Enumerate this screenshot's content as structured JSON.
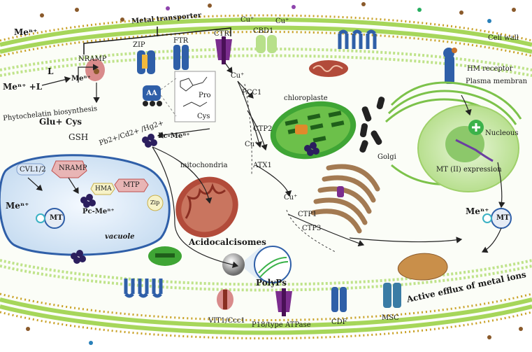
{
  "diagram": {
    "labels": {
      "me_top": "Meⁿ⁺",
      "metal_transporter": "Metal transporter",
      "zip": "ZIP",
      "ftr": "FTR",
      "ctr": "CTR",
      "cbd1": "CBD1",
      "cu_plus_1": "Cu⁺",
      "cu_plus_2": "Cu⁺",
      "cell_wall": "Cell wall",
      "nramp_top": "NRAMP",
      "l_label": "L",
      "me_l": "Meⁿ⁺ +L",
      "me_ion": "Meⁿ⁺",
      "hm_receptor": "HM receptor",
      "plasma_membrane": "Plasma membran",
      "aa": "AA",
      "pro": "Pro",
      "cys": "Cys",
      "cu_plus_3": "Cu⁺",
      "pcc1": "PCC1",
      "chloroplaste": "chloroplaste",
      "phytochelatin": "Phytochelatin biosynthesis",
      "glu_cys": "Glu+ Cys",
      "gsh": "GSH",
      "heavy_metals": "Pb2+/Cd2+ /Hg2+",
      "pc_me_1": "Pc-Meⁿ⁺",
      "cu_plus_ctp2": "Cu⁺",
      "ctp2": "CTP2",
      "golgi": "Golgi",
      "nucleous": "Nucleous",
      "cvl": "CVL1/2",
      "nramp_vac": "NRAMP",
      "hma": "HMA",
      "mtp": "MTP",
      "mitochondria": "mitochondria",
      "atx1": "ATX1",
      "mt_expression": "MT (II) expression",
      "me_vac": "Meⁿ⁺",
      "mt_vac": "MT",
      "pc_me_2": "Pc-Meⁿ⁺",
      "zip_vac": "Zip",
      "vacuole": "vacuole",
      "cu_plus_4": "Cu⁺",
      "ctp1": "CTP1",
      "ctp3": "CTP3",
      "acidocalcisomes": "Acidocalcisomes",
      "me_right": "Meⁿ⁺",
      "mt_right": "MT",
      "polyps": "PolyPs",
      "active_efflux": "Active efflux of metal ions",
      "vit1": "VIT1/Ccc1",
      "p18": "P18/type ATPase",
      "cdf": "CDF",
      "msc": "MSC"
    },
    "colors": {
      "membrane_green": "#a6d65a",
      "membrane_dot": "#c9a227",
      "vacuole_blue": "#cde0f2",
      "chloroplast_green": "#3fa535",
      "mito_red": "#b24b3a",
      "golgi_brown": "#a37a52",
      "nucleus_green": "#bfe39a",
      "transporter_blue": "#2f5fa8",
      "transporter_purple": "#7b2d8e",
      "transporter_red": "#c0504d"
    },
    "icons": [
      "plus-icon",
      "metal-complex-icon",
      "channel-icon",
      "arrow-icon"
    ]
  }
}
